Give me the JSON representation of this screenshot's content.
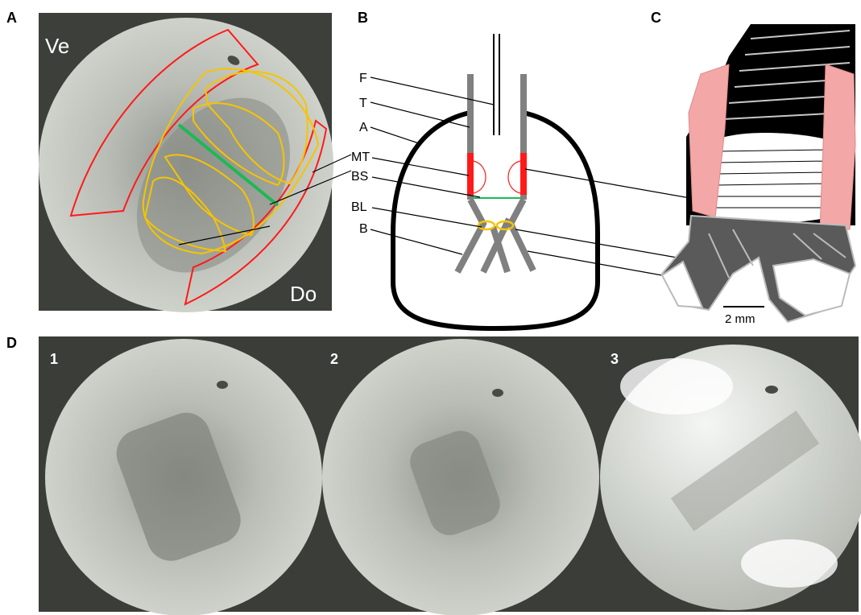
{
  "panels": {
    "a": {
      "letter": "A",
      "ventral_label": "Ve",
      "dorsal_label": "Do"
    },
    "b": {
      "letter": "B",
      "labels": [
        "F",
        "T",
        "A",
        "MT",
        "BS",
        "BL",
        "B"
      ]
    },
    "c": {
      "letter": "C",
      "scale_bar": "2 mm"
    },
    "d": {
      "letter": "D",
      "frames": [
        "1",
        "2",
        "3"
      ]
    }
  },
  "colors": {
    "red_outline": "#ff1a1a",
    "yellow_outline": "#f5c400",
    "green_line": "#1db954",
    "grey_tube": "#808080",
    "pink_tissue": "#f4a7a7",
    "dark_grey_tissue": "#5a5a5a",
    "photo_background": "#3a3d38"
  }
}
